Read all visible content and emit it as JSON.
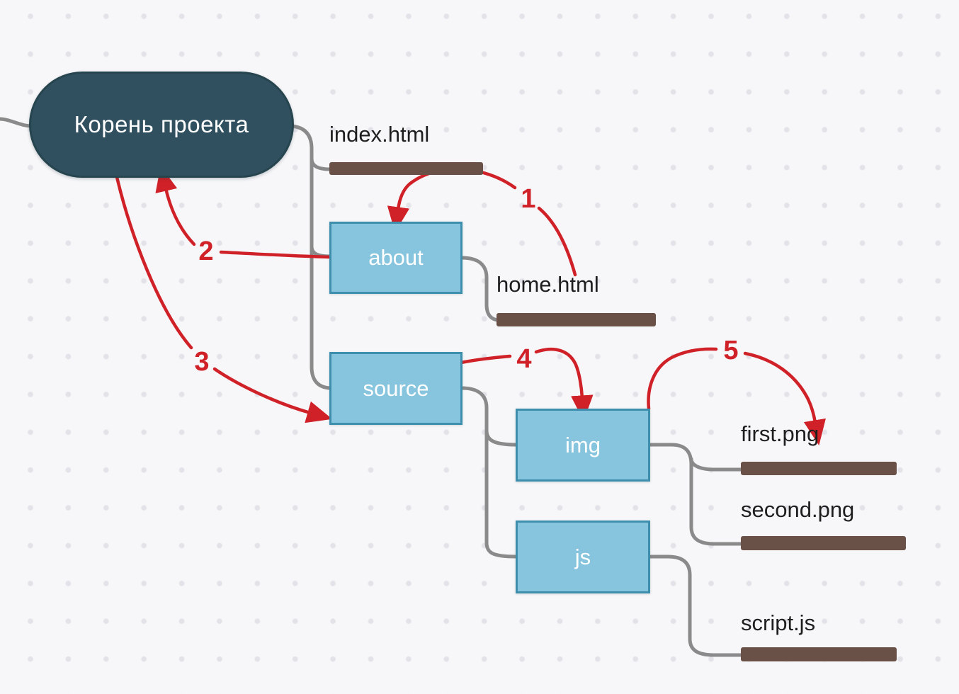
{
  "diagram": {
    "root": {
      "label": "Корень проекта"
    },
    "folders": [
      {
        "id": "about",
        "label": "about"
      },
      {
        "id": "source",
        "label": "source"
      },
      {
        "id": "img",
        "label": "img"
      },
      {
        "id": "js",
        "label": "js"
      }
    ],
    "files": [
      {
        "id": "index",
        "label": "index.html"
      },
      {
        "id": "home",
        "label": "home.html"
      },
      {
        "id": "first",
        "label": "first.png"
      },
      {
        "id": "second",
        "label": "second.png"
      },
      {
        "id": "script",
        "label": "script.js"
      }
    ],
    "arrows": [
      {
        "number": "1",
        "from": "home.html",
        "to": "about"
      },
      {
        "number": "2",
        "from": "about",
        "to": "root"
      },
      {
        "number": "3",
        "from": "root",
        "to": "source"
      },
      {
        "number": "4",
        "from": "source",
        "to": "img"
      },
      {
        "number": "5",
        "from": "img",
        "to": "first.png"
      }
    ],
    "palette": {
      "background": "#f7f7f9",
      "grid_dot": "#e2e2e8",
      "root_fill": "#30505f",
      "folder_fill": "#87c4dd",
      "folder_border": "#3e8fae",
      "file_bar": "#6a5148",
      "connector": "#8a8a8a",
      "arrow_red": "#cf2127",
      "label_text": "#1e1e1e"
    }
  }
}
